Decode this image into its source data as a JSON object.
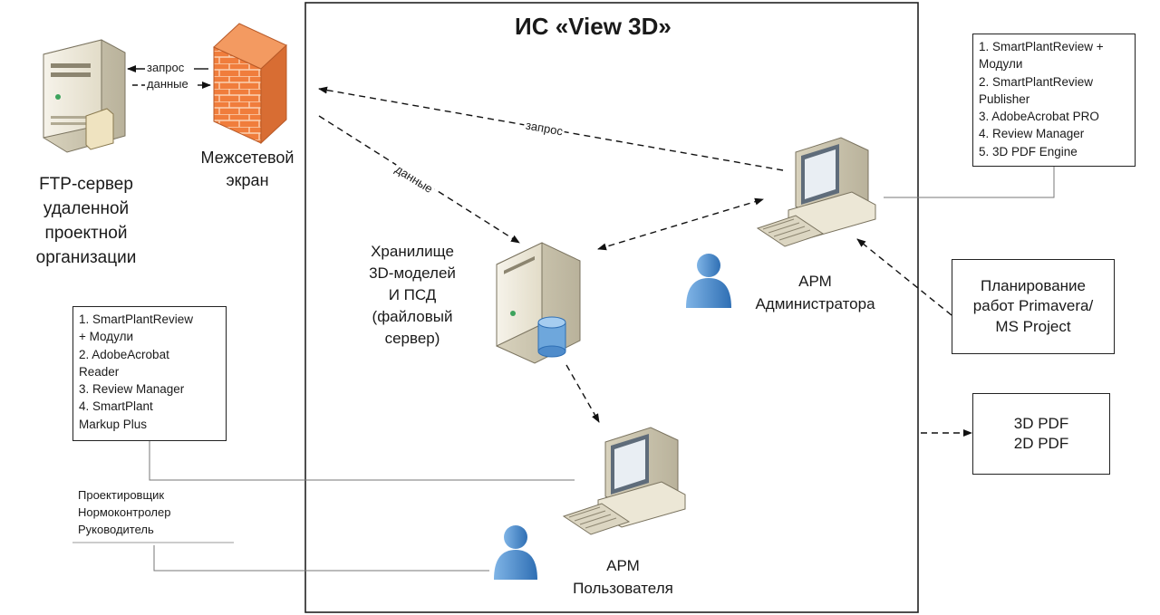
{
  "system_title": "ИС «View 3D»",
  "nodes": {
    "ftp_server": {
      "label_lines": [
        "FTP-сервер",
        "удаленной",
        "проектной",
        "организации"
      ]
    },
    "firewall": {
      "label_lines": [
        "Межсетевой",
        "экран"
      ]
    },
    "storage": {
      "label_lines": [
        "Хранилище",
        "3D-моделей",
        "И ПСД",
        "(файловый",
        "сервер)"
      ]
    },
    "admin_ws": {
      "label_lines": [
        "АРМ",
        "Администратора"
      ]
    },
    "user_ws": {
      "label_lines": [
        "АРМ",
        "Пользователя"
      ]
    }
  },
  "edges": {
    "ftp_request": "запрос",
    "ftp_data": "данные",
    "admin_request": "запрос",
    "storage_data": "данные"
  },
  "admin_software": [
    "1. SmartPlantReview +",
    "Модули",
    "2. SmartPlantReview",
    "Publisher",
    "3. AdobeAcrobat PRO",
    "4. Review Manager",
    "5. 3D PDF Engine"
  ],
  "user_software": [
    "1. SmartPlantReview",
    "+ Модули",
    "2. AdobeAcrobat",
    "Reader",
    "3. Review Manager",
    "4. SmartPlant",
    "Markup Plus"
  ],
  "user_roles": [
    "Проектировщик",
    "Нормоконтролер",
    "Руководитель"
  ],
  "planning_box": [
    "Планирование",
    "работ Primavera/",
    "MS Project"
  ],
  "output_box": [
    "3D PDF",
    "2D PDF"
  ],
  "colors": {
    "firewall": "#ef7b3c",
    "server_body": "#ece7d6",
    "person": "#4a8fd0",
    "database": "#6ea7dc"
  }
}
